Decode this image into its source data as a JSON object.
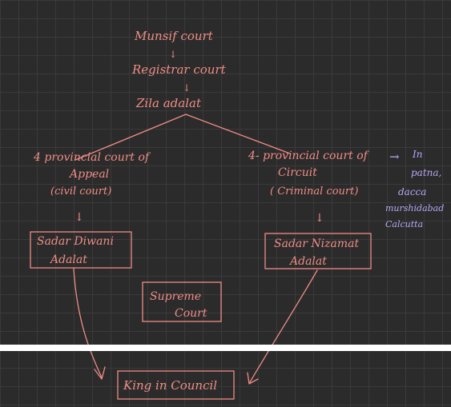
{
  "diagram": {
    "nodes": {
      "munsif": "Munsif court",
      "registrar": "Registrar court",
      "zila": "Zila adalat",
      "prov_appeal_1": "4 provincial court of",
      "prov_appeal_2": "Appeal",
      "prov_appeal_3": "(civil court)",
      "prov_circuit_1": "4- provincial court of",
      "prov_circuit_2": "Circuit",
      "prov_circuit_3": "( Criminal court)",
      "sadar_diwani_1": "Sadar Diwani",
      "sadar_diwani_2": "Adalat",
      "sadar_nizamat_1": "Sadar Nizamat",
      "sadar_nizamat_2": "Adalat",
      "supreme_1": "Supreme",
      "supreme_2": "Court",
      "king": "King in Council"
    },
    "note": {
      "arrow": "→",
      "lines": [
        "In",
        "patna,",
        "dacca",
        "murshidabad",
        "Calcutta"
      ]
    },
    "down_arrow": "↓",
    "colors": {
      "ink": "#f08d86",
      "note_ink": "#b8a6f5",
      "background": "#2b2b2b",
      "grid": "#3a3a3a",
      "divider": "#ffffff"
    }
  }
}
